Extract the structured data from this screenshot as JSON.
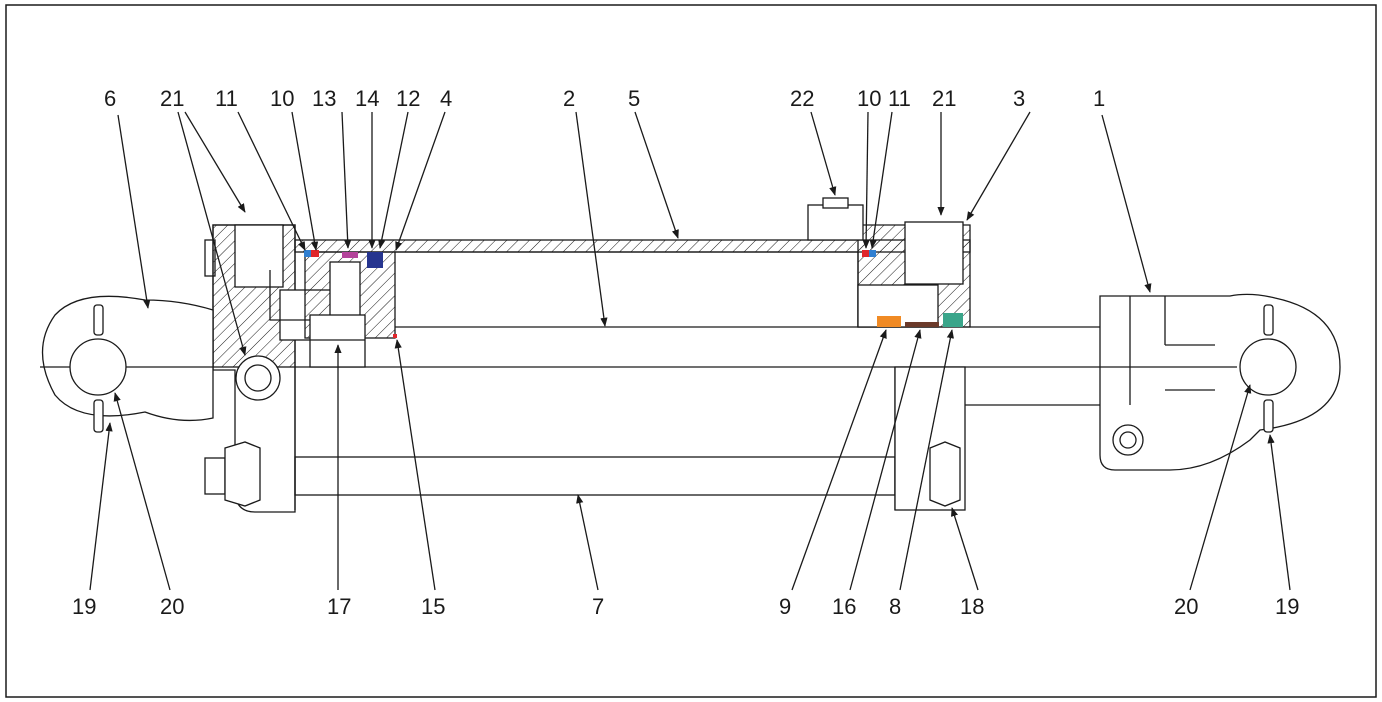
{
  "callouts_top": [
    "6",
    "21",
    "11",
    "10",
    "13",
    "14",
    "12",
    "4",
    "2",
    "5",
    "22",
    "10",
    "11",
    "21",
    "3",
    "1"
  ],
  "callouts_bottom": [
    "19",
    "20",
    "17",
    "15",
    "7",
    "9",
    "16",
    "8",
    "18",
    "20",
    "19"
  ],
  "colors": {
    "line": "#1a1a1a",
    "seal_red": "#e0262b",
    "seal_blue": "#2f7fd1",
    "seal_magenta": "#b3449a",
    "seal_navy": "#26358f",
    "seal_orange": "#f08a24",
    "seal_brown": "#6b3a2a",
    "seal_teal": "#3aa58a"
  }
}
